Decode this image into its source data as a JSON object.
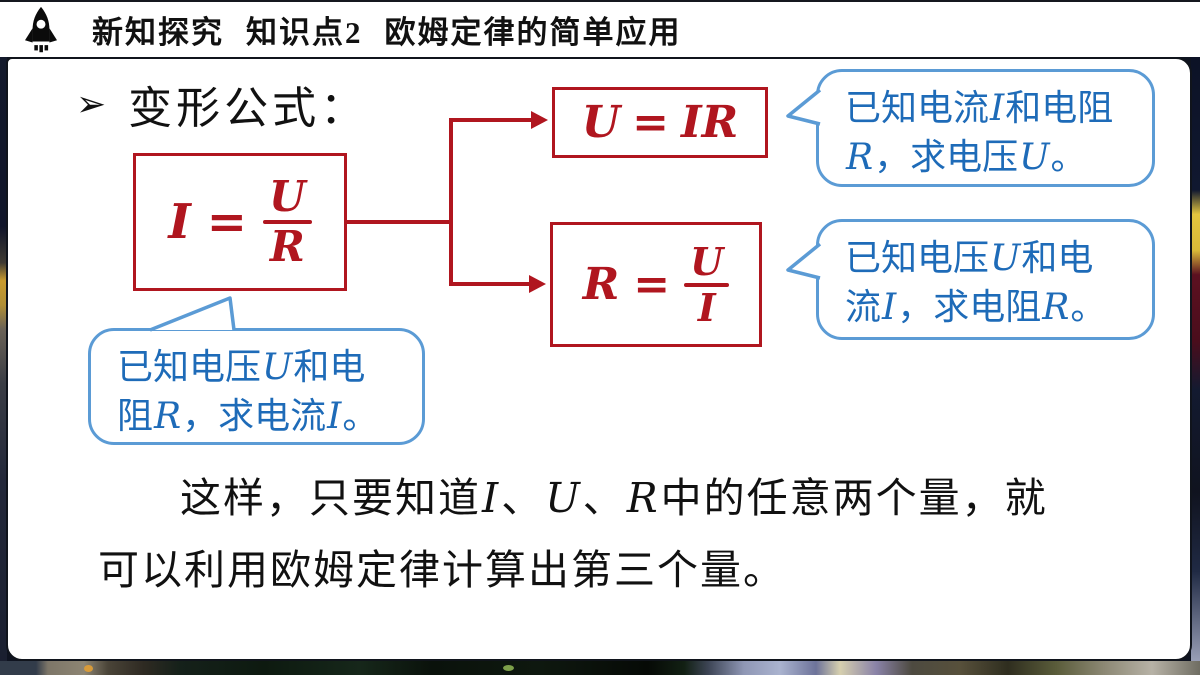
{
  "colors": {
    "accent-red": "#b0161f",
    "bubble-blue": "#5b9bd5",
    "text-blue": "#1e6bb8",
    "ink": "#111111"
  },
  "header": {
    "icon": "rocket-icon",
    "title1": "新知探究",
    "title2": "知识点2",
    "title3": "欧姆定律的简单应用"
  },
  "section": {
    "bullet": "➢",
    "title": "变形公式："
  },
  "formulas": {
    "main": {
      "lhs": "I",
      "eq": "=",
      "num": "U",
      "den": "R"
    },
    "voltage": {
      "lhs": "U",
      "eq": "=",
      "rhs": "IR"
    },
    "resistance": {
      "lhs": "R",
      "eq": "=",
      "num": "U",
      "den": "I"
    }
  },
  "bubbles": {
    "voltage": {
      "l1a": "已知电流",
      "l1b": "I",
      "l1c": "和电阻",
      "l2a": "R",
      "l2b": "，求电压",
      "l2c": "U",
      "l2d": "。"
    },
    "resistance": {
      "l1a": "已知电压",
      "l1b": "U",
      "l1c": "和电",
      "l2a": "流",
      "l2b": "I",
      "l2c": "，求电阻",
      "l2d": "R",
      "l2e": "。"
    },
    "current": {
      "l1a": "已知电压",
      "l1b": "U",
      "l1c": "和电",
      "l2a": "阻",
      "l2b": "R",
      "l2c": "，求电流",
      "l2d": "I",
      "l2e": "。"
    }
  },
  "summary": {
    "l1a": "这样，只要知道",
    "l1b": "I",
    "l1c": "、",
    "l1d": "U",
    "l1e": "、",
    "l1f": "R",
    "l1g": "中的任意两个量，就",
    "l2": "可以利用欧姆定律计算出第三个量。"
  }
}
